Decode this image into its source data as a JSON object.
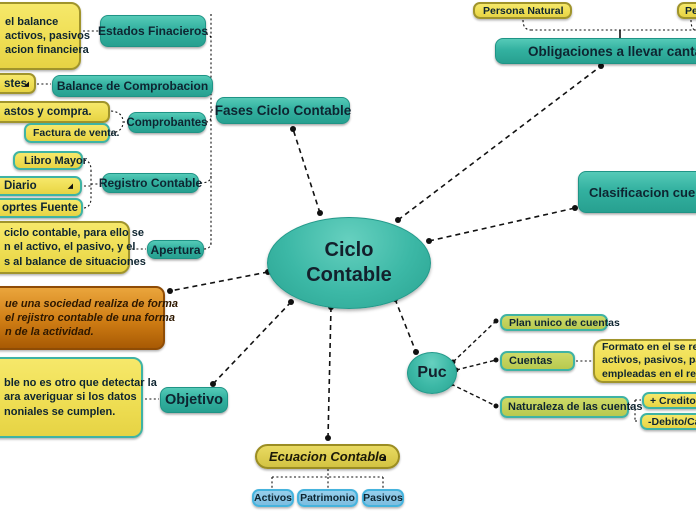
{
  "title": "Ciclo Contable mind map",
  "colors": {
    "node_teal": "#33b1a0",
    "note_yellow": "#eedd52",
    "note_green": "#bccd55",
    "note_blue": "#8ac6e9",
    "note_orange": "#cf7d14",
    "pill_gold": "#d8c84a",
    "connector": "#111111",
    "background": "#ffffff"
  },
  "icons": {
    "collapse_triangle": "◢"
  },
  "center": {
    "line1": "Ciclo",
    "line2": "Contable"
  },
  "nodes": {
    "fases": "Fases Ciclo Contable",
    "estados": "Estados Finacieros",
    "balance": "Balance de Comprobacion",
    "comprobantes": "Comprobantes",
    "registro": "Registro Contable",
    "apertura": "Apertura",
    "objetivo": "Objetivo",
    "obligaciones": "Obligaciones a llevar cantabili",
    "clasificacion": "Clasificacion cuent",
    "puc": "Puc",
    "ecuacion": "Ecuacion Contable",
    "activos": "Activos",
    "patrimonio": "Patrimonio",
    "pasivos": "Pasivos",
    "plan_unico": "Plan unico de cuentas",
    "cuentas": "Cuentas",
    "naturaleza": "Naturaleza de las cuentas",
    "persona_natural": "Persona Natural",
    "persona_2": "Per",
    "creditos": "+ Creditos/",
    "debito": "-Debito/Ca",
    "libro_mayor": "Libro Mayor",
    "diario": "Diario",
    "soprtes_fuente": "oprtes Fuente",
    "ajustes": "stes",
    "gastos": "astos y compra.",
    "factura": "Factura de venta."
  },
  "notes": {
    "estados_note": {
      "lines": [
        "el balance",
        "activos, pasivos",
        "acion financiera"
      ]
    },
    "apertura_note": {
      "lines": [
        "ciclo contable, para ello se",
        "n el activo, el pasivo, y el",
        "s al balance de situaciones"
      ]
    },
    "definicion_note": {
      "lines": [
        "ue una sociedad realiza de forma",
        "el rejistro contable de una forma",
        "n de la actividad."
      ]
    },
    "objetivo_note": {
      "lines": [
        "ble no es otro que detectar la",
        "ara averiguar si los datos",
        "noniales se cumplen."
      ]
    },
    "cuentas_note": {
      "lines": [
        "Formato en el se regis",
        "activos, pasivos, patri",
        "empleadas en el rejist"
      ]
    }
  }
}
